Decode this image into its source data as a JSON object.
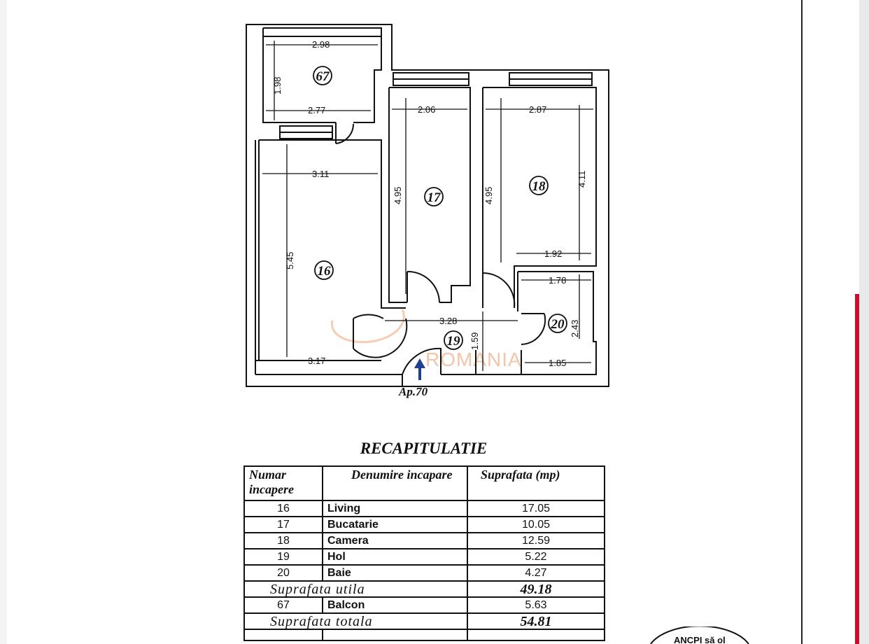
{
  "plan": {
    "apartment_label": "Ap.70",
    "watermark": "ROMANIA",
    "rooms": [
      {
        "number": "67"
      },
      {
        "number": "17"
      },
      {
        "number": "18"
      },
      {
        "number": "16"
      },
      {
        "number": "19"
      },
      {
        "number": "20"
      }
    ],
    "dimensions": {
      "d67_width_top": "2.98",
      "d67_height": "1.98",
      "d67_width_bottom": "2.77",
      "d17_width": "2.06",
      "d17_height": "4.95",
      "d18_width": "2.87",
      "d18_height_right": "4.11",
      "d18_height_left": "4.95",
      "d18_width_bottom": "1.92",
      "d16_width_top": "3.11",
      "d16_height": "5.45",
      "d16_width_bottom": "3.17",
      "d20_width_top": "1.78",
      "d20_height": "2.43",
      "d20_width_bottom": "1.85",
      "d19_width": "3.28",
      "d19_height": "1.59"
    }
  },
  "recap": {
    "title": "RECAPITULATIE",
    "headers": [
      "Numar incapere",
      "Denumire incapare",
      "Suprafata (mp)"
    ],
    "rows": [
      {
        "no": "16",
        "name": "Living",
        "area": "17.05"
      },
      {
        "no": "17",
        "name": "Bucatarie",
        "area": "10.05"
      },
      {
        "no": "18",
        "name": "Camera",
        "area": "12.59"
      },
      {
        "no": "19",
        "name": "Hol",
        "area": "5.22"
      },
      {
        "no": "20",
        "name": "Baie",
        "area": "4.27"
      }
    ],
    "usable_label": "Suprafata utila",
    "usable_value": "49.18",
    "balcony": {
      "no": "67",
      "name": "Balcon",
      "area": "5.63"
    },
    "total_label": "Suprafata totala",
    "total_value": "54.81"
  },
  "stamp": {
    "text": "ANCPI să ol"
  }
}
